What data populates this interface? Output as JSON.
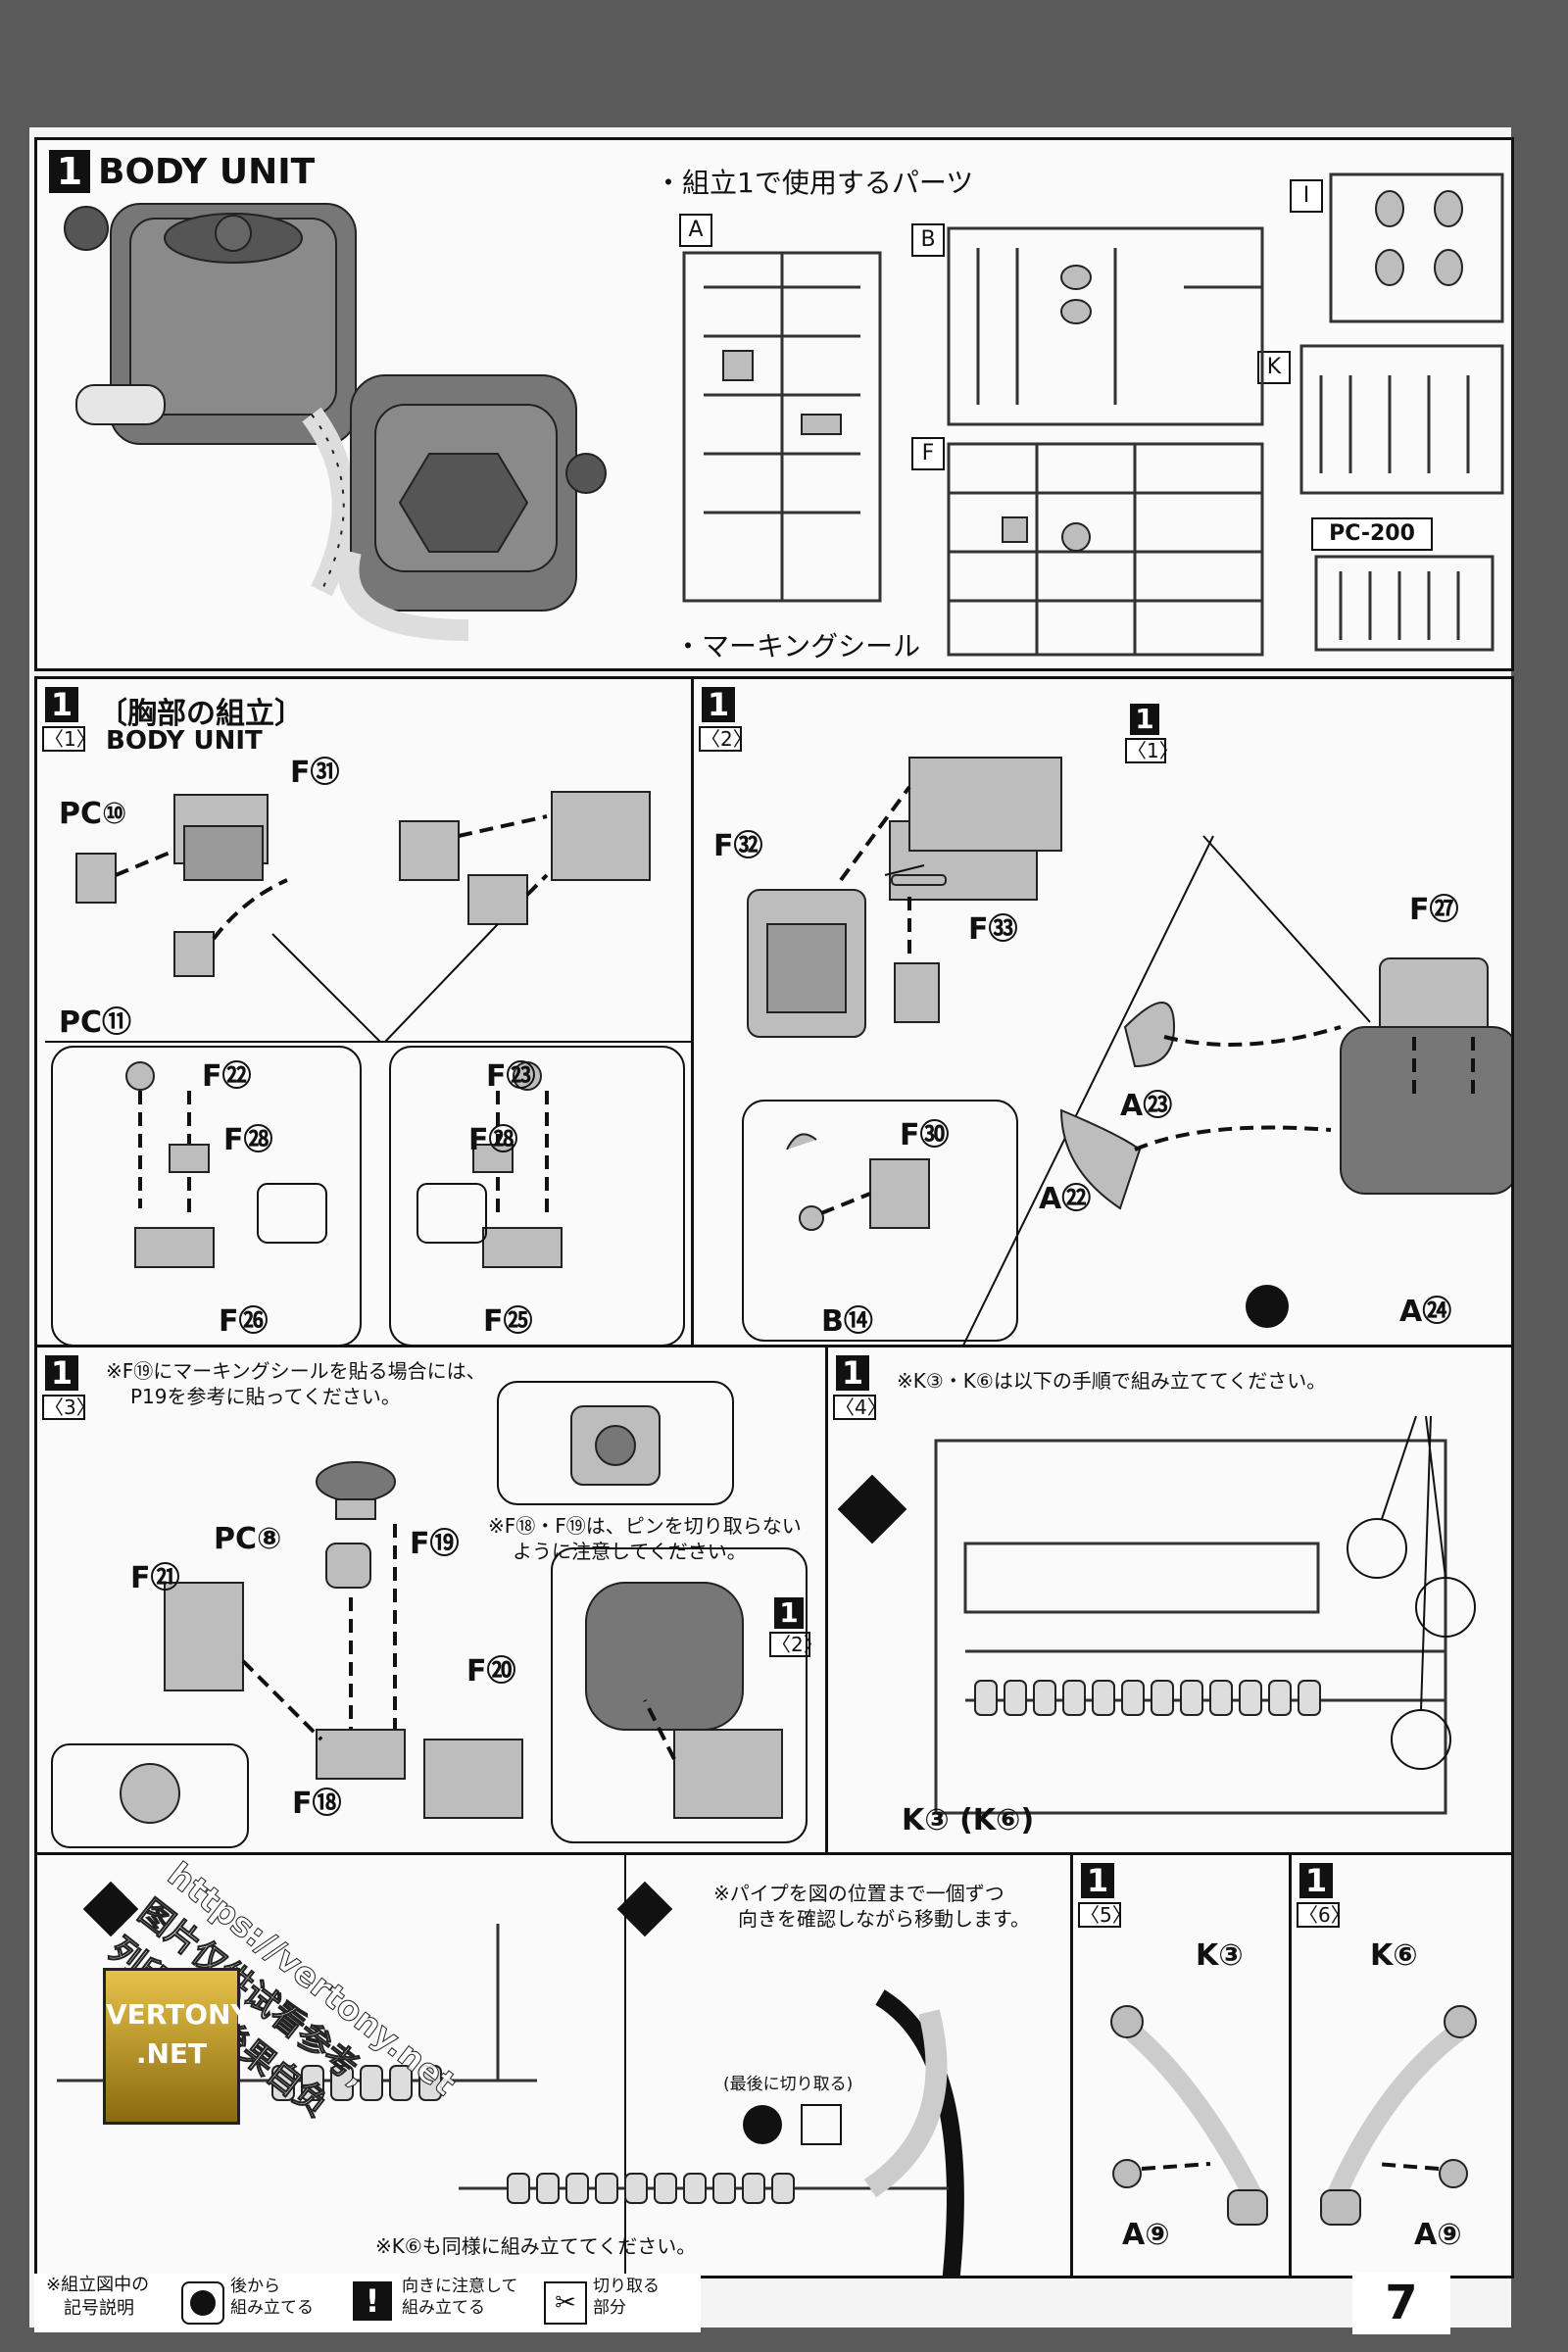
{
  "step1": {
    "number": "1",
    "title": "BODY UNIT",
    "parts_heading": "・組立1で使用するパーツ",
    "sprues": [
      "A",
      "B",
      "I",
      "K",
      "F",
      "PC-200"
    ],
    "marking_seal": "・マーキングシール"
  },
  "sub1": {
    "step": "1",
    "sub": "〈1〉",
    "title": "〔胸部の組立〕",
    "subtitle": "BODY UNIT",
    "labels": [
      "PC⑩",
      "F㉛",
      "PC⑪",
      "F㉒",
      "F㉘",
      "F㉖",
      "F㉓",
      "F㉘",
      "F㉕"
    ]
  },
  "sub2": {
    "step": "1",
    "sub": "〈2〉",
    "ref_step": "1",
    "ref_sub": "〈1〉",
    "labels": [
      "F㉜",
      "F㉝",
      "F㉗",
      "F㉚",
      "B⑭",
      "A㉓",
      "A㉒",
      "A㉔"
    ]
  },
  "sub3": {
    "step": "1",
    "sub": "〈3〉",
    "note1": "※F⑲にマーキングシールを貼る場合には、",
    "note2": "P19を参考に貼ってください。",
    "note3": "※F⑱・F⑲は、ピンを切り取らない",
    "note4": "ように注意してください。",
    "ref_step": "1",
    "ref_sub": "〈2〉",
    "labels": [
      "F⑲",
      "PC⑧",
      "F㉑",
      "F⑳",
      "F⑱"
    ]
  },
  "sub4": {
    "step": "1",
    "sub": "〈4〉",
    "note": "※K③・K⑥は以下の手順で組み立ててください。",
    "label": "K③ (K⑥)"
  },
  "step2_3": {
    "note1": "※パイプを図の位置まで一個ずつ",
    "note2": "向きを確認しながら移動します。",
    "cut_last": "(最後に切り取る)",
    "note_k6": "※K⑥も同様に組み立ててください。",
    "watermark1": "https://vertony.net",
    "watermark2": "图片仅供试看参考,",
    "watermark3": "列印贩售後果自负",
    "logo": "VERTONY .NET"
  },
  "sub5": {
    "step": "1",
    "sub": "〈5〉",
    "labels": [
      "K③",
      "A⑨"
    ]
  },
  "sub6": {
    "step": "1",
    "sub": "〈6〉",
    "labels": [
      "K⑥",
      "A⑨"
    ]
  },
  "legend": {
    "title1": "※組立図中の",
    "title2": "記号説明",
    "item1": "後から\n組み立てる",
    "item2": "向きに注意して\n組み立てる",
    "item3": "切り取る\n部分"
  },
  "page_number": "7",
  "colors": {
    "background": "#5a5a5a",
    "paper": "#f4f4f4",
    "ink": "#111111"
  }
}
